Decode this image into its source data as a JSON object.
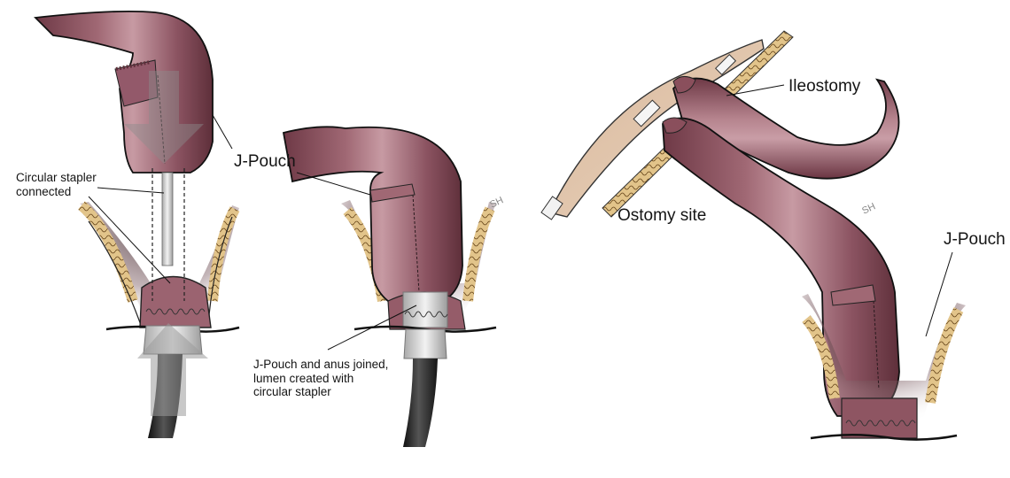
{
  "figure": {
    "title": "J-Pouch surgery illustration",
    "colors": {
      "bowel": "#8a4f5c",
      "bowel_light": "#b98a94",
      "bowel_dark": "#5e2f3a",
      "fat": "#d9b877",
      "skin": "#e6c9ad",
      "stapler": "#d7d7d7",
      "tube": "#2b2b2b",
      "arrow": "#9a9a9a",
      "outline": "#111111"
    },
    "panels": [
      {
        "id": "panel-1",
        "description": "Circular stapler connecting J-pouch to anus",
        "labels": {
          "stapler": [
            "Circular stapler",
            "connected"
          ],
          "jpouch": "J-Pouch"
        }
      },
      {
        "id": "panel-2",
        "description": "J-pouch joined to anus",
        "labels": {
          "joined": [
            "J-Pouch and anus joined,",
            "lumen created with",
            "circular stapler"
          ]
        }
      },
      {
        "id": "panel-3",
        "description": "Ileostomy and J-pouch",
        "labels": {
          "ileostomy": "Ileostomy",
          "ostomy_site": "Ostomy site",
          "jpouch": "J-Pouch"
        }
      }
    ],
    "signature": "SH"
  }
}
